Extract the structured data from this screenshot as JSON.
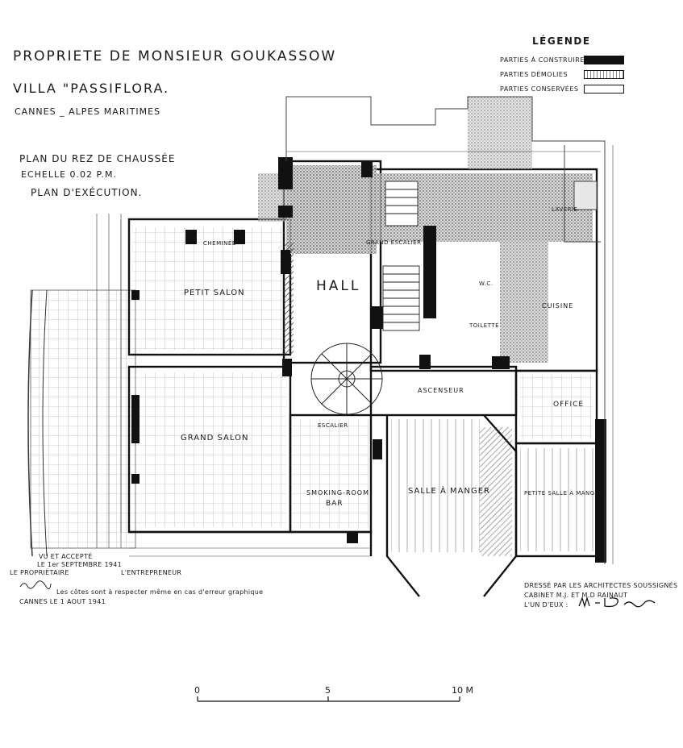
{
  "header": {
    "title": "PROPRIETE DE MONSIEUR GOUKASSOW",
    "villa": "VILLA \"PASSIFLORA.",
    "location": "CANNES _ ALPES MARITIMES",
    "plan_title": "PLAN DU REZ DE CHAUSSÉE",
    "scale_note": "ECHELLE 0.02 P.M.",
    "plan_type": "PLAN D'EXÉCUTION."
  },
  "legend": {
    "title": "LÉGENDE",
    "items": [
      {
        "label": "PARTIES À CONSTRUIRE",
        "fill": "#111111"
      },
      {
        "label": "PARTIES DÉMOLIES",
        "fill": "#e8e8e8"
      },
      {
        "label": "PARTIES CONSERVÉES",
        "fill": "#ffffff"
      }
    ]
  },
  "rooms": {
    "petit_salon": "PETIT SALON",
    "hall": "HALL",
    "grand_salon": "GRAND SALON",
    "smoking_room": "SMOKING-ROOM",
    "bar": "BAR",
    "salle_a_manger": "SALLE À MANGER",
    "petite_salle_a_manger": "PETITE SALLE À MANGER",
    "office": "OFFICE",
    "cuisine": "CUISINE",
    "ascenseur": "ASCENSEUR",
    "grand_escalier": "GRAND ESCALIER",
    "escalier": "ESCALIER",
    "laverie": "LAVERIE",
    "wc": "W.C.",
    "toilette": "TOILETTE",
    "cheminee": "CHEMINÉE"
  },
  "notes": {
    "approval": "VU ET ACCEPTÉ",
    "approval_date": "LE 1er SEPTEMBRE 1941",
    "proprietor": "LE PROPRIÉTAIRE",
    "contractor": "L'ENTREPRENEUR",
    "dimensions_note": "Les côtes sont à respecter même en cas d'erreur graphique",
    "place_date": "CANNES LE 1 AOUT 1941",
    "drawn_by": "DRESSÉ PAR LES ARCHITECTES SOUSSIGNÉS",
    "firm": "CABINET M.J. ET M.D RAINAUT",
    "signatory": "L'UN D'EUX :"
  },
  "scale_bar": {
    "labels": [
      "0",
      "5",
      "10 M"
    ]
  }
}
